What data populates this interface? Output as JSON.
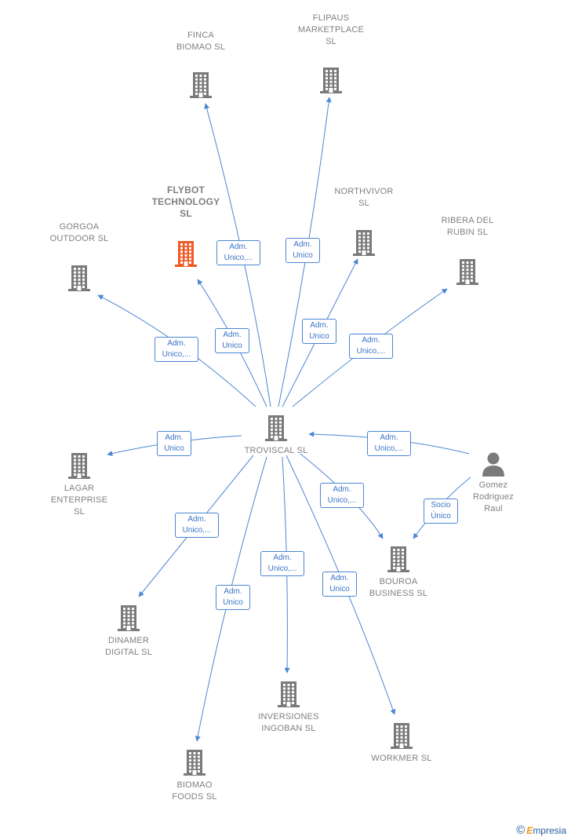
{
  "colors": {
    "edge": "#4a86d4",
    "node": "#7a7a7a",
    "highlight": "#ee5a24",
    "label": "#808080"
  },
  "center": {
    "label": "TROVISCAL  SL"
  },
  "nodes": [
    {
      "id": "finca",
      "label": "FINCA\nBIOMAO  SL",
      "icon": "building-icon"
    },
    {
      "id": "flipaus",
      "label": "FLIPAUS\nMARKETPLACE\nSL",
      "icon": "building-icon"
    },
    {
      "id": "flybot",
      "label": "FLYBOT\nTECHNOLOGY\nSL",
      "icon": "building-icon",
      "highlight": true
    },
    {
      "id": "northvivor",
      "label": "NORTHVIVOR\nSL",
      "icon": "building-icon"
    },
    {
      "id": "gorgoa",
      "label": "GORGOA\nOUTDOOR  SL",
      "icon": "building-icon"
    },
    {
      "id": "ribera",
      "label": "RIBERA DEL\nRUBIN  SL",
      "icon": "building-icon"
    },
    {
      "id": "lagar",
      "label": "LAGAR\nENTERPRISE\nSL",
      "icon": "building-icon"
    },
    {
      "id": "gomez",
      "label": "Gomez\nRodriguez\nRaul",
      "icon": "person-icon"
    },
    {
      "id": "bouroa",
      "label": "BOUROA\nBUSINESS  SL",
      "icon": "building-icon"
    },
    {
      "id": "dinamer",
      "label": "DINAMER\nDIGITAL  SL",
      "icon": "building-icon"
    },
    {
      "id": "inversiones",
      "label": "INVERSIONES\nINGOBAN  SL",
      "icon": "building-icon"
    },
    {
      "id": "workmer",
      "label": "WORKMER  SL",
      "icon": "building-icon"
    },
    {
      "id": "biomao",
      "label": "BIOMAO\nFOODS  SL",
      "icon": "building-icon"
    }
  ],
  "edges": [
    {
      "from": "troviscal",
      "to": "finca",
      "label": "Adm.\nUnico,..."
    },
    {
      "from": "troviscal",
      "to": "flipaus",
      "label": "Adm.\nUnico"
    },
    {
      "from": "troviscal",
      "to": "flybot",
      "label": "Adm.\nUnico"
    },
    {
      "from": "troviscal",
      "to": "northvivor",
      "label": "Adm.\nUnico"
    },
    {
      "from": "troviscal",
      "to": "gorgoa",
      "label": "Adm.\nUnico,..."
    },
    {
      "from": "troviscal",
      "to": "ribera",
      "label": "Adm.\nUnico,..."
    },
    {
      "from": "troviscal",
      "to": "lagar",
      "label": "Adm.\nUnico"
    },
    {
      "from": "gomez",
      "to": "troviscal",
      "label": "Adm.\nUnico,..."
    },
    {
      "from": "gomez",
      "to": "bouroa",
      "label": "Socio\nÚnico"
    },
    {
      "from": "troviscal",
      "to": "bouroa",
      "label": "Adm.\nUnico,..."
    },
    {
      "from": "troviscal",
      "to": "dinamer",
      "label": "Adm.\nUnico,..."
    },
    {
      "from": "troviscal",
      "to": "inversiones",
      "label": "Adm.\nUnico,..."
    },
    {
      "from": "troviscal",
      "to": "workmer",
      "label": "Adm.\nUnico"
    },
    {
      "from": "troviscal",
      "to": "biomao",
      "label": "Adm.\nUnico"
    }
  ],
  "brand": {
    "symbol": "©",
    "initial": "E",
    "rest": "mpresia"
  }
}
